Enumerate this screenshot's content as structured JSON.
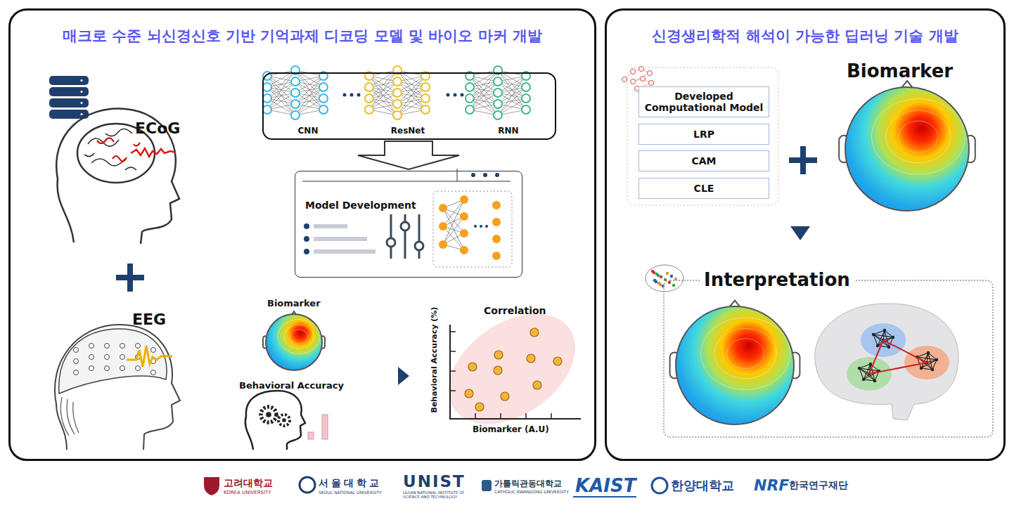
{
  "diagram": {
    "nodes": [
      {
        "text": [
          "매크로 수준 뇌신경신호 기반 기억과제 디코딩 모델 및 바이오 마커 개발"
        ]
      },
      {
        "text": [
          "CNN",
          "ResNet",
          "RNN"
        ],
        "in": 0
      },
      {
        "text": [
          "Model Development"
        ],
        "in": 0
      },
      {
        "text": [
          "신경생리학적 해석이 가능한 딥러닝 기술 개발"
        ]
      },
      {
        "text": [
          "Developed Computational Model"
        ],
        "in": 3
      },
      {
        "text": [
          "LRP"
        ],
        "in": 3
      },
      {
        "text": [
          "CAM"
        ],
        "in": 3
      },
      {
        "text": [
          "CLE"
        ],
        "in": 3
      },
      {
        "text": [
          "Interpretation"
        ],
        "in": 3
      }
    ],
    "edges": [
      {
        "from": 1,
        "to": 2,
        "arrow": "to"
      }
    ],
    "labels": [
      "ECoG",
      "EEG",
      "Biomarker",
      "Behavioral Accuracy",
      "Correlation",
      "Behavioral Accuracy (%)",
      "Biomarker (A.U)",
      "Biomarker",
      "고려대학교",
      "KOREA UNIVERSITY",
      "서울대학교",
      "SEOUL NATIONAL UNIVERSITY",
      "UNIST",
      "ULSAN NATIONAL INSTITUTE OF SCIENCE AND TECHNOLOGY",
      "가톨릭관동대학교",
      "CATHOLIC KWANDONG UNIVERSITY",
      "KAIST",
      "한양대학교",
      "NRF",
      "한국연구재단"
    ]
  }
}
